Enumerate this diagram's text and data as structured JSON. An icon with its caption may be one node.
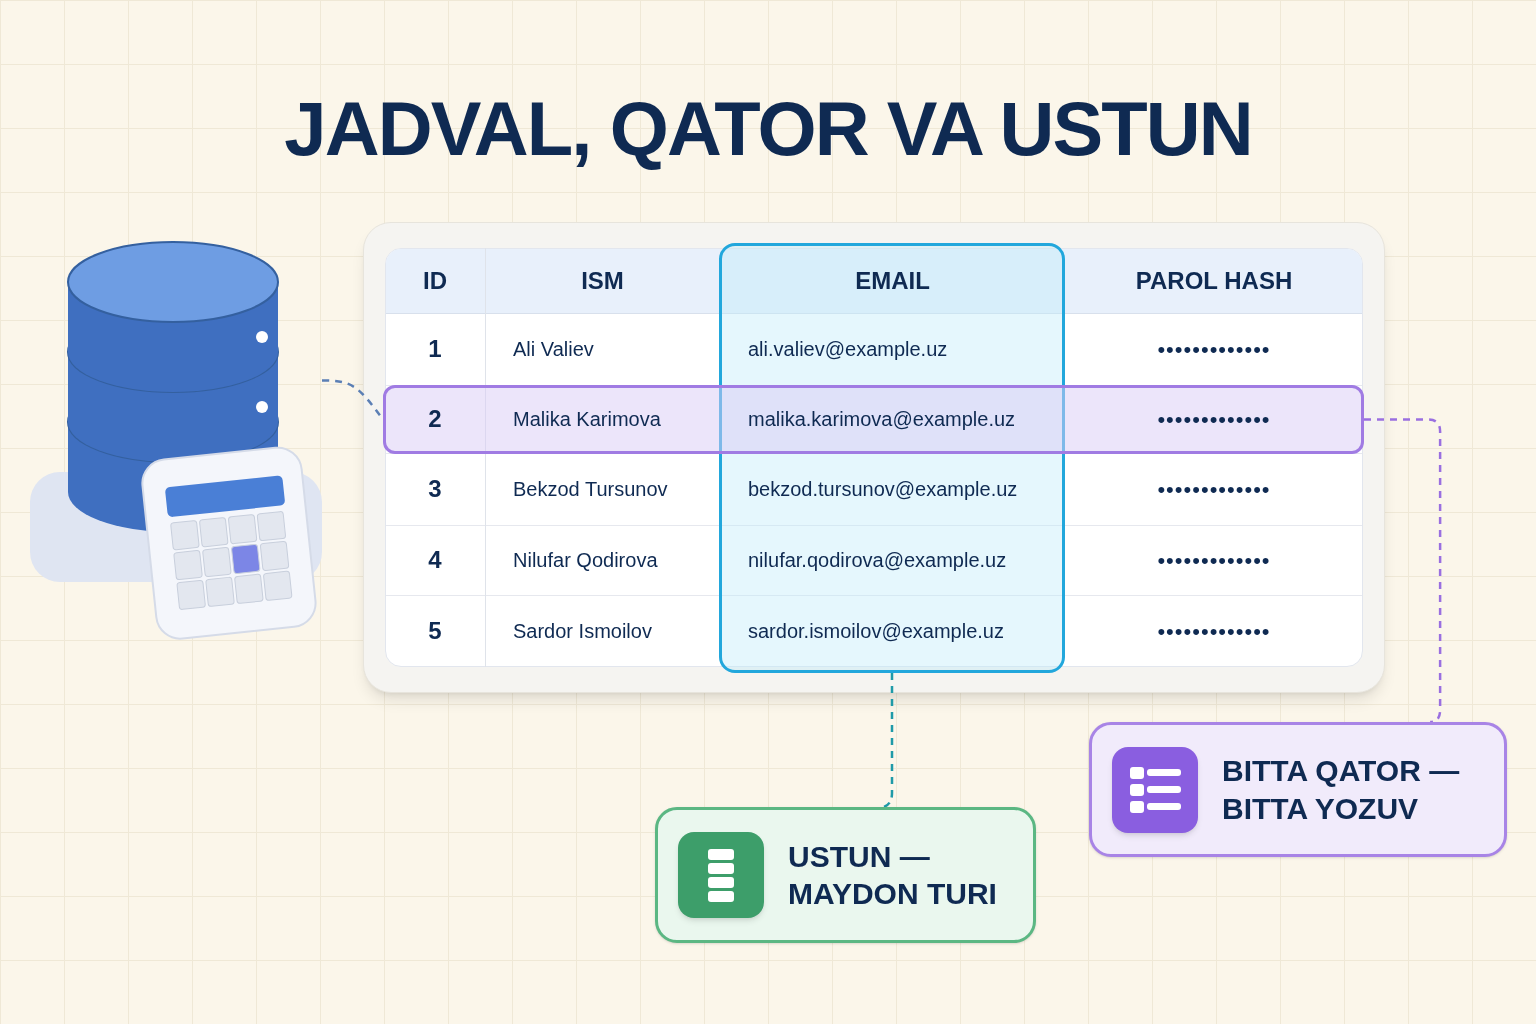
{
  "diagram": {
    "title": "JADVAL, QATOR VA USTUN",
    "nodes": [
      {
        "text": [],
        "shape": "cylinder"
      },
      {
        "text": [],
        "shape": "box"
      },
      {
        "text": [],
        "shape": "box"
      },
      {
        "text": [
          "USTUN — MAYDON TURI"
        ]
      },
      {
        "text": [
          "BITTA QATOR — BITTA YOZUV"
        ]
      }
    ],
    "edges": [
      {
        "from": 0,
        "to": 2,
        "arrow": "none",
        "style": "dashed",
        "color": "#5b7fb5"
      },
      {
        "from": 1,
        "to": 3,
        "arrow": "none",
        "style": "dashed",
        "color": "#1f9aa8"
      },
      {
        "from": 2,
        "to": 4,
        "arrow": "none",
        "style": "dashed",
        "color": "#9a6fe0"
      }
    ],
    "labels": [
      "ID",
      "ISM",
      "EMAIL",
      "PAROL HASH",
      "1",
      "Ali Valiev",
      "ali.valiev@example.uz",
      "•••••••••••••",
      "2",
      "Malika Karimova",
      "malika.karimova@example.uz",
      "•••••••••••••",
      "3",
      "Bekzod Tursunov",
      "bekzod.tursunov@example.uz",
      "•••••••••••••",
      "4",
      "Nilufar Qodirova",
      "nilufar.qodirova@example.uz",
      "•••••••••••••",
      "5",
      "Sardor Ismoilov",
      "sardor.ismoilov@example.uz",
      "•••••••••••••"
    ]
  }
}
